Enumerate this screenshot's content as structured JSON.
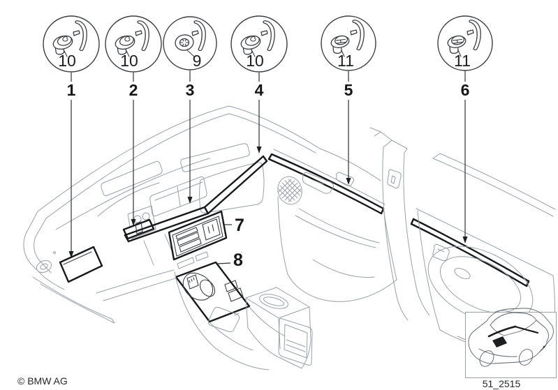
{
  "footer": {
    "copyright": "© BMW AG"
  },
  "inset": {
    "drawing_number": "51_2515",
    "icon": "car-rear-three-quarter-outline"
  },
  "callouts": [
    {
      "ref": "1",
      "fastener_ref": "10",
      "icons": [
        "push-pin-clip-icon",
        "trim-strip-icon"
      ]
    },
    {
      "ref": "2",
      "fastener_ref": "10",
      "icons": [
        "push-pin-clip-icon",
        "trim-strip-icon"
      ]
    },
    {
      "ref": "3",
      "fastener_ref": "9",
      "icons": [
        "spring-ring-nut-icon",
        "trim-strip-icon"
      ]
    },
    {
      "ref": "4",
      "fastener_ref": "10",
      "icons": [
        "push-pin-clip-icon",
        "trim-strip-icon"
      ]
    },
    {
      "ref": "5",
      "fastener_ref": "11",
      "icons": [
        "slotted-grommet-clip-icon",
        "trim-strip-icon"
      ]
    },
    {
      "ref": "6",
      "fastener_ref": "11",
      "icons": [
        "slotted-grommet-clip-icon",
        "trim-strip-icon"
      ]
    }
  ],
  "part_labels": [
    {
      "ref": "7"
    },
    {
      "ref": "8"
    }
  ]
}
